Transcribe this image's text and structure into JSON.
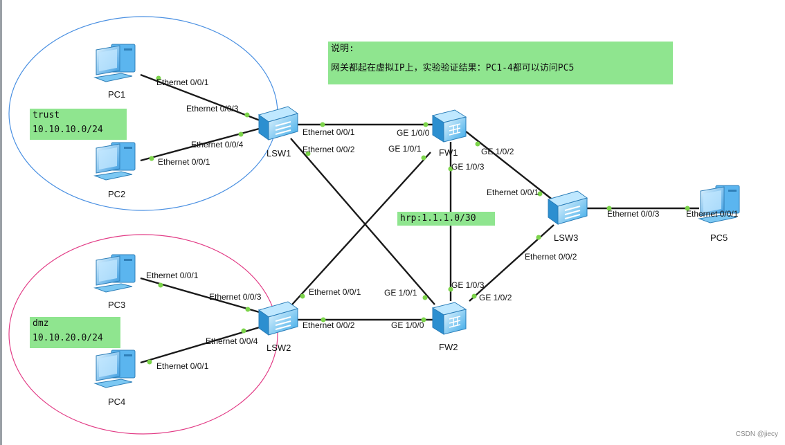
{
  "zones": {
    "trust": {
      "name": "trust",
      "subnet": "10.10.10.0/24",
      "color": "#4a90e2"
    },
    "dmz": {
      "name": "dmz",
      "subnet": "10.10.20.0/24",
      "color": "#e23c86"
    }
  },
  "notes": {
    "title": "说明:",
    "body": "网关都起在虚拟IP上，实验验证结果：PC1-4都可以访问PC5",
    "hrp": "hrp:1.1.1.0/30",
    "color": "#8fe58f"
  },
  "devices": {
    "pc1": "PC1",
    "pc2": "PC2",
    "pc3": "PC3",
    "pc4": "PC4",
    "pc5": "PC5",
    "lsw1": "LSW1",
    "lsw2": "LSW2",
    "lsw3": "LSW3",
    "fw1": "FW1",
    "fw2": "FW2"
  },
  "ports": {
    "pc1_e001": "Ethernet 0/0/1",
    "lsw1_e003": "Ethernet 0/0/3",
    "lsw1_e004": "Ethernet 0/0/4",
    "pc2_e001": "Ethernet 0/0/1",
    "lsw1_e001": "Ethernet 0/0/1",
    "lsw1_e002": "Ethernet 0/0/2",
    "fw1_ge100": "GE 1/0/0",
    "fw1_ge101": "GE 1/0/1",
    "fw1_ge102": "GE 1/0/2",
    "fw1_ge103": "GE 1/0/3",
    "lsw3_e001": "Ethernet 0/0/1",
    "lsw3_e003": "Ethernet 0/0/3",
    "pc5_e001": "Ethernet 0/0/1",
    "lsw3_e002": "Ethernet 0/0/2",
    "pc3_e001": "Ethernet 0/0/1",
    "lsw2_e003": "Ethernet 0/0/3",
    "lsw2_e001": "Ethernet 0/0/1",
    "fw2_ge101": "GE 1/0/1",
    "fw2_ge103": "GE 1/0/3",
    "fw2_ge102": "GE 1/0/2",
    "lsw2_e002": "Ethernet 0/0/2",
    "fw2_ge100": "GE 1/0/0",
    "lsw2_e004": "Ethernet 0/0/4",
    "pc4_e001": "Ethernet 0/0/1"
  },
  "watermark": "CSDN @jiecy"
}
